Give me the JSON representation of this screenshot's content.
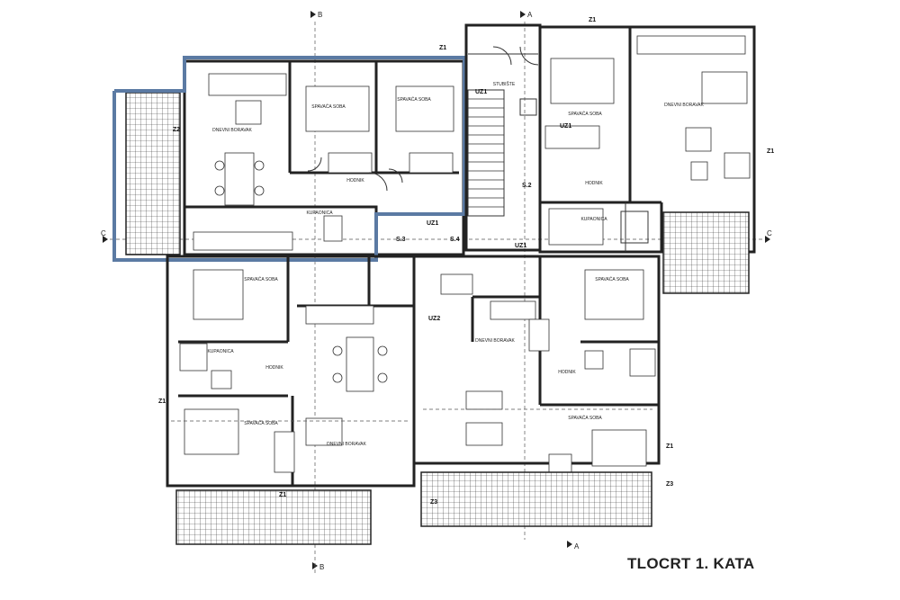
{
  "plan": {
    "title": "TLOCRT 1. KATA",
    "highlight_color": "#5b7aa3",
    "section_markers": [
      "A",
      "B",
      "C"
    ],
    "wall_tags": [
      "Z1",
      "Z2",
      "Z3",
      "UZ1",
      "UZ2",
      "S.2",
      "S.3",
      "S.4"
    ]
  }
}
